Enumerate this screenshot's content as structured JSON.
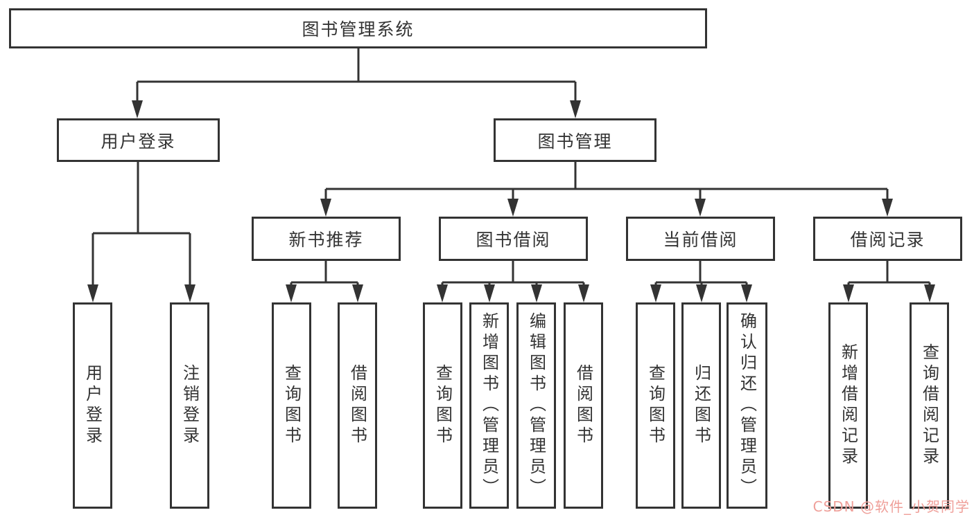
{
  "tree": {
    "label": "图书管理系统",
    "children": [
      {
        "label": "用户登录",
        "children": [
          {
            "label": "用户登录"
          },
          {
            "label": "注销登录"
          }
        ]
      },
      {
        "label": "图书管理",
        "children": [
          {
            "label": "新书推荐",
            "children": [
              {
                "label": "查询图书"
              },
              {
                "label": "借阅图书"
              }
            ]
          },
          {
            "label": "图书借阅",
            "children": [
              {
                "label": "查询图书"
              },
              {
                "label": "新增图书（管理员）"
              },
              {
                "label": "编辑图书（管理员）"
              },
              {
                "label": "借阅图书"
              }
            ]
          },
          {
            "label": "当前借阅",
            "children": [
              {
                "label": "查询图书"
              },
              {
                "label": "归还图书"
              },
              {
                "label": "确认归还（管理员）"
              }
            ]
          },
          {
            "label": "借阅记录",
            "children": [
              {
                "label": "新增借阅记录"
              },
              {
                "label": "查询借阅记录"
              }
            ]
          }
        ]
      }
    ]
  },
  "watermark": {
    "text": "CSDN @软件_小贺同学",
    "color": "#ef9f99"
  },
  "colors": {
    "line": "#333333",
    "text": "#333333",
    "background": "#ffffff"
  }
}
